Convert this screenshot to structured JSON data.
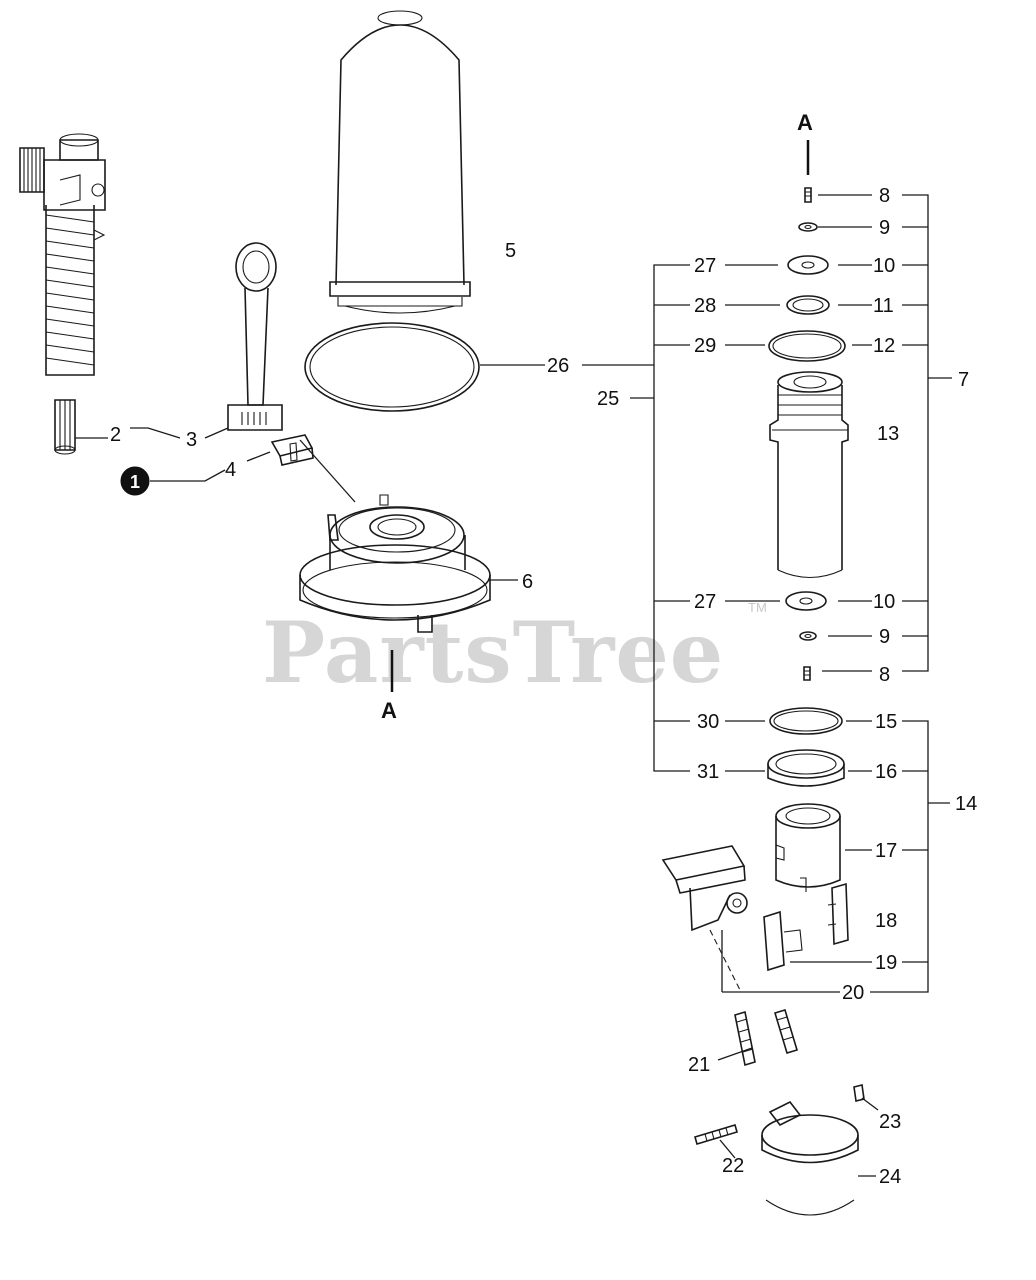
{
  "watermark": {
    "text": "PartsTree",
    "tm": "TM"
  },
  "section_marker": "A",
  "callouts": {
    "c1": "1",
    "c2": "2",
    "c3": "3",
    "c4": "4",
    "c5": "5",
    "c6": "6",
    "c7": "7",
    "c8": "8",
    "c9": "9",
    "c10": "10",
    "c11": "11",
    "c12": "12",
    "c13": "13",
    "c14": "14",
    "c15": "15",
    "c16": "16",
    "c17": "17",
    "c18": "18",
    "c19": "19",
    "c20": "20",
    "c21": "21",
    "c22": "22",
    "c23": "23",
    "c24": "24",
    "c25": "25",
    "c26": "26",
    "c27": "27",
    "c28": "28",
    "c29": "29",
    "c30": "30",
    "c31": "31"
  }
}
